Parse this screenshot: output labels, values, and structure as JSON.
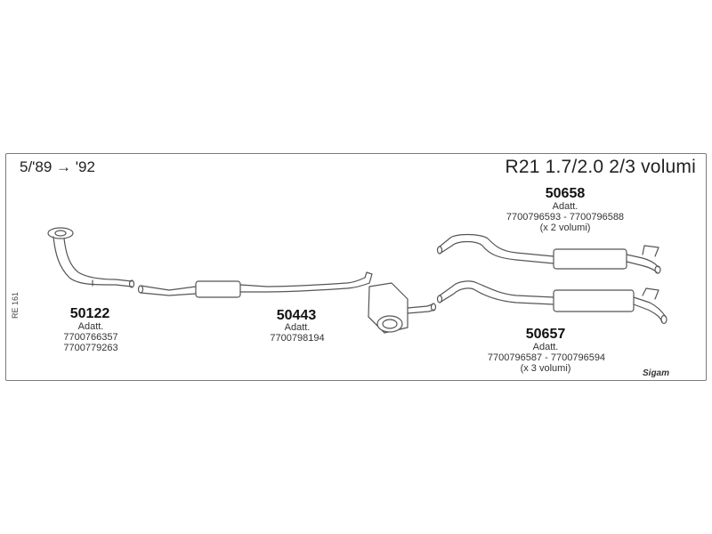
{
  "header": {
    "years": "5/'89 → '92",
    "model": "R21 1.7/2.0 2/3 volumi"
  },
  "parts": [
    {
      "code": "50122",
      "adatt": "Adatt.",
      "refs": [
        "7700766357",
        "7700779263"
      ],
      "note": ""
    },
    {
      "code": "50443",
      "adatt": "Adatt.",
      "refs": [
        "7700798194"
      ],
      "note": ""
    },
    {
      "code": "50658",
      "adatt": "Adatt.",
      "refs": [
        "7700796593 - 7700796588"
      ],
      "note": "(x 2 volumi)"
    },
    {
      "code": "50657",
      "adatt": "Adatt.",
      "refs": [
        "7700796587 - 7700796594"
      ],
      "note": "(x 3 volumi)"
    }
  ],
  "footer": {
    "sheet_ref": "RE 161",
    "brand": "Sigam"
  },
  "colors": {
    "line": "#555555",
    "frame": "#7a7a7a"
  }
}
